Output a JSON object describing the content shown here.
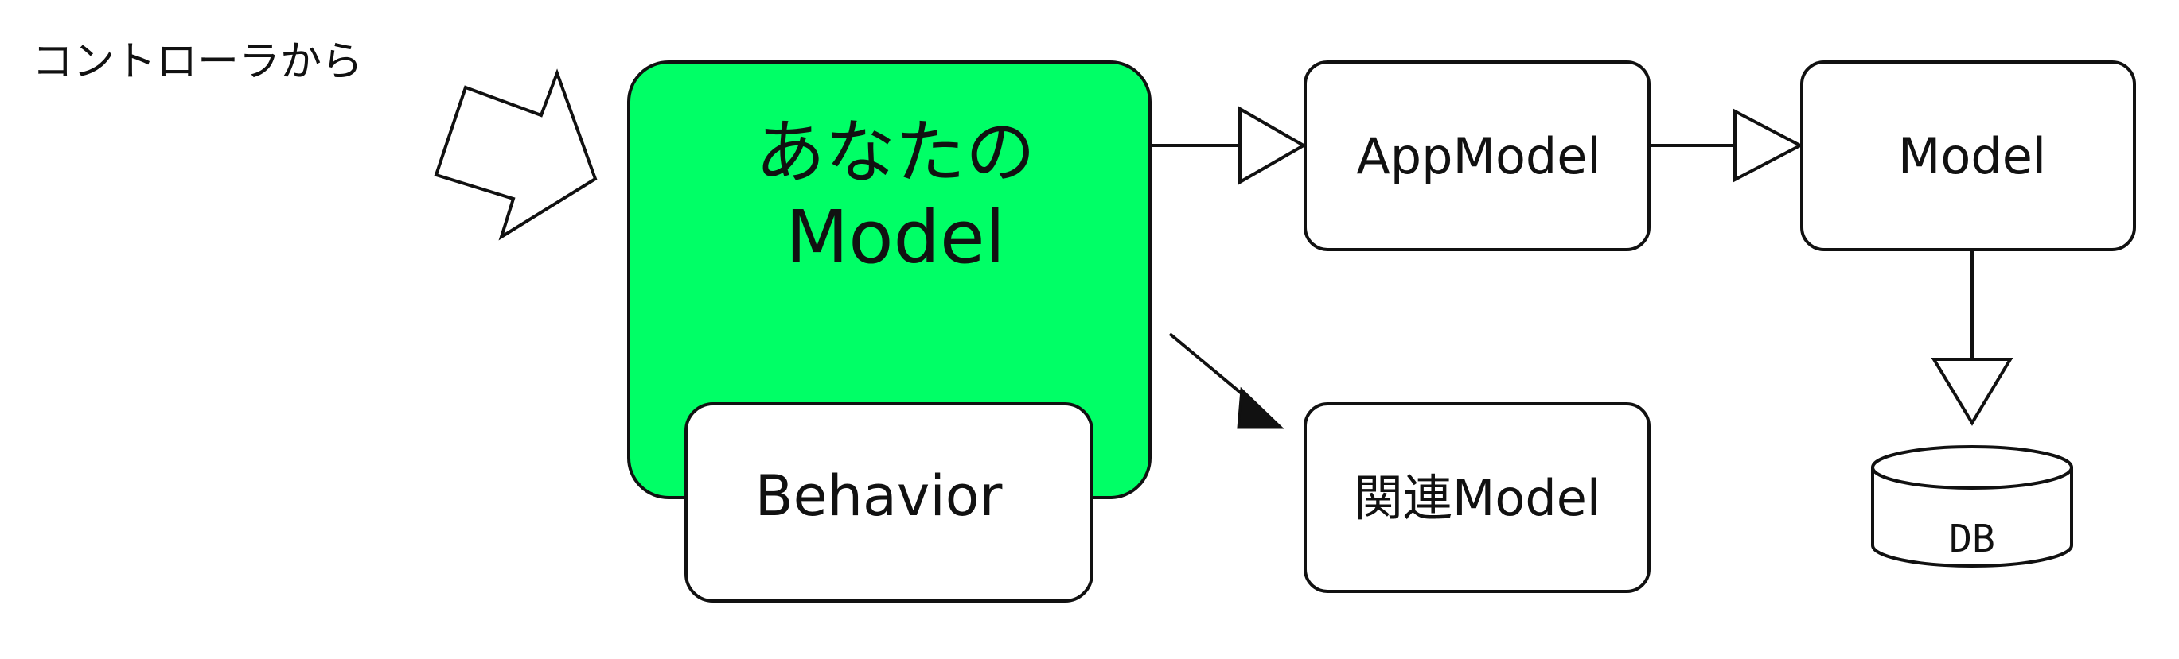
{
  "diagram": {
    "incoming_label": "コントローラから",
    "your_model": {
      "line1": "あなたの",
      "line2": "Model",
      "fill": "#00FF66"
    },
    "behavior": "Behavior",
    "app_model": "AppModel",
    "model": "Model",
    "related_model": "関連Model",
    "db": "DB"
  },
  "colors": {
    "stroke": "#111111",
    "background": "#FFFFFF",
    "accent": "#00FF66"
  }
}
